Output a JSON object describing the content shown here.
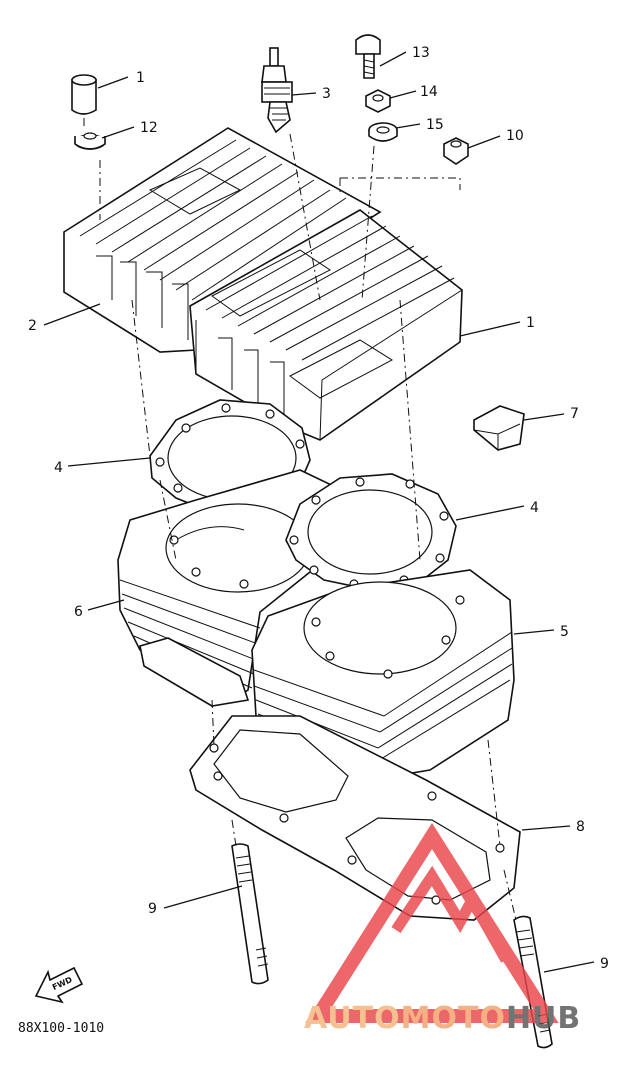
{
  "diagram": {
    "code": "88X100-1010",
    "fwd_label": "FWD",
    "callouts": [
      "1",
      "12",
      "3",
      "13",
      "14",
      "15",
      "10",
      "2",
      "1",
      "7",
      "4",
      "4",
      "6",
      "5",
      "8",
      "9",
      "9"
    ]
  },
  "watermark": {
    "brand_auto": "AUTO",
    "brand_moto": "MOTO",
    "brand_hub": "HUB",
    "colors": {
      "auto": "#f5b37a",
      "moto": "#f2a06a",
      "hub": "#555555",
      "triangle": "#e8454a"
    }
  }
}
